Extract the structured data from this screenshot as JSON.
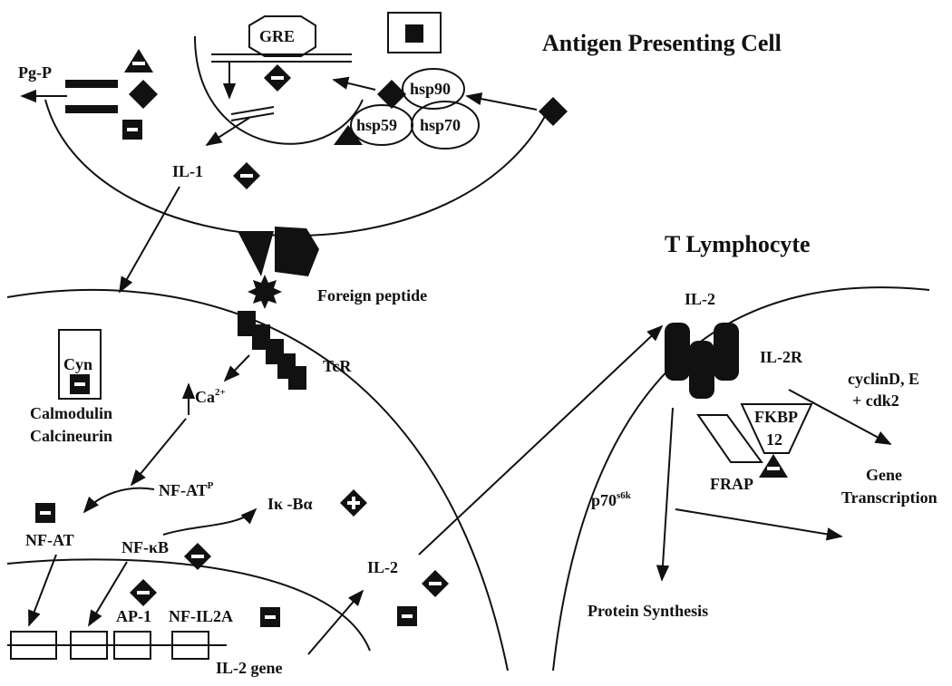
{
  "colors": {
    "ink": "#111111",
    "paper": "#ffffff"
  },
  "icons": {
    "diamond_minus": "white minus on black diamond",
    "square_minus": "white minus on black square",
    "diamond_plus": "white plus on black diamond",
    "triangle": "black triangle with white bar"
  },
  "apc": {
    "title": "Antigen Presenting Cell",
    "gre": "GRE",
    "hsp90": "hsp90",
    "hsp59": "hsp59",
    "hsp70": "hsp70",
    "pgp": "Pg-P",
    "il1": "IL-1"
  },
  "tcell": {
    "foreign_peptide": "Foreign peptide",
    "tcr": "TcR",
    "cyn": "Cyn",
    "calmodulin": "Calmodulin",
    "calcineurin": "Calcineurin",
    "ca": "Ca",
    "ca_sup": "2+",
    "nfatp": "NF-AT",
    "nfatp_sup": "P",
    "nfat": "NF-AT",
    "ikb": "Iκ -Bα",
    "nfkb": "NF-κB",
    "ap1": "AP-1",
    "nfil2a": "NF-IL2A",
    "il2gene": "IL-2 gene",
    "il2_mid": "IL-2"
  },
  "lymphocyte": {
    "title": "T Lymphocyte",
    "il2": "IL-2",
    "il2r": "IL-2R",
    "cyclin": "cyclinD, E",
    "cdk2": "+ cdk2",
    "fkbp": "FKBP",
    "fkbp_num": "12",
    "frap": "FRAP",
    "gene": "Gene",
    "transcription": "Transcription",
    "p70": "p70",
    "p70_sup": "s6k",
    "protein": "Protein Synthesis"
  }
}
